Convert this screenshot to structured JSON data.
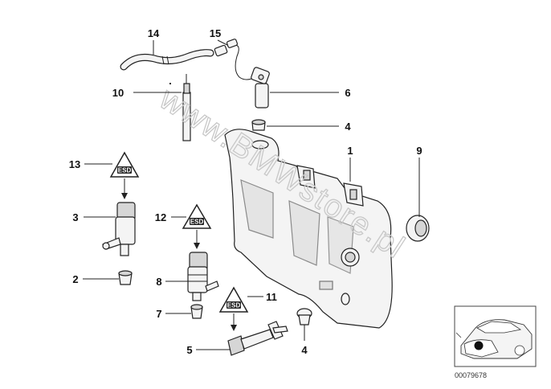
{
  "diagram": {
    "callouts": [
      "14",
      "15",
      "10",
      "6",
      "4",
      "1",
      "9",
      "13",
      "3",
      "12",
      "2",
      "8",
      "7",
      "11",
      "5",
      "4"
    ],
    "watermark": "www.BMWstore.pl",
    "catalog_number": "00079678",
    "warning_symbol_text": "ESD",
    "colors": {
      "line": "#222222",
      "part_fill": "#f4f4f4",
      "watermark": "#c8c8c8"
    }
  }
}
